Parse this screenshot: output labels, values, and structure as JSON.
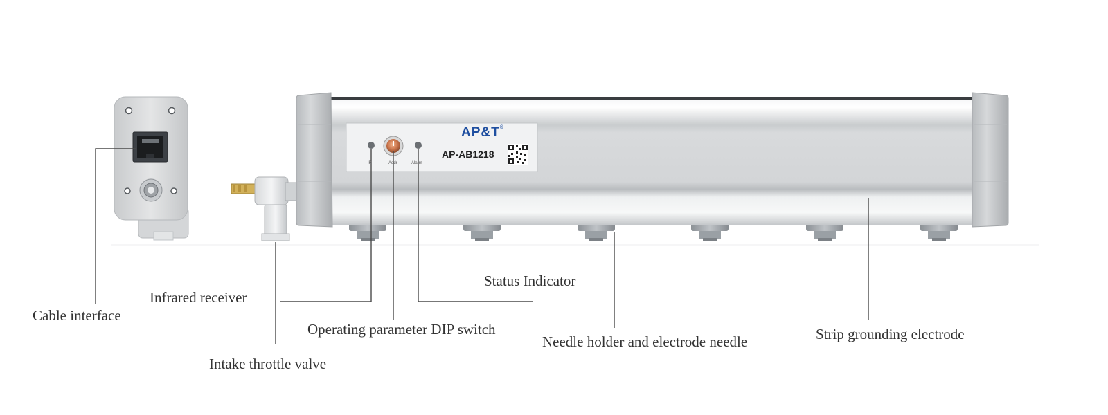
{
  "product": {
    "brand": "AP&T",
    "brand_reg": "®",
    "model": "AP-AB1218",
    "indicator_labels": [
      "IR",
      "Addr",
      "Alarm"
    ]
  },
  "labels": {
    "cable_interface": "Cable interface",
    "infrared_receiver": "Infrared receiver",
    "intake_throttle_valve": "Intake throttle valve",
    "dip_switch": "Operating parameter DIP switch",
    "status_indicator": "Status Indicator",
    "needle_holder": "Needle holder and electrode needle",
    "strip_grounding": "Strip grounding electrode"
  },
  "colors": {
    "body_light": "#e6e8ea",
    "body_mid": "#cdd0d3",
    "body_dark": "#a8abae",
    "brand_blue": "#1f4fa0",
    "leader_line": "#4a4a4a",
    "label_text": "#333333"
  }
}
